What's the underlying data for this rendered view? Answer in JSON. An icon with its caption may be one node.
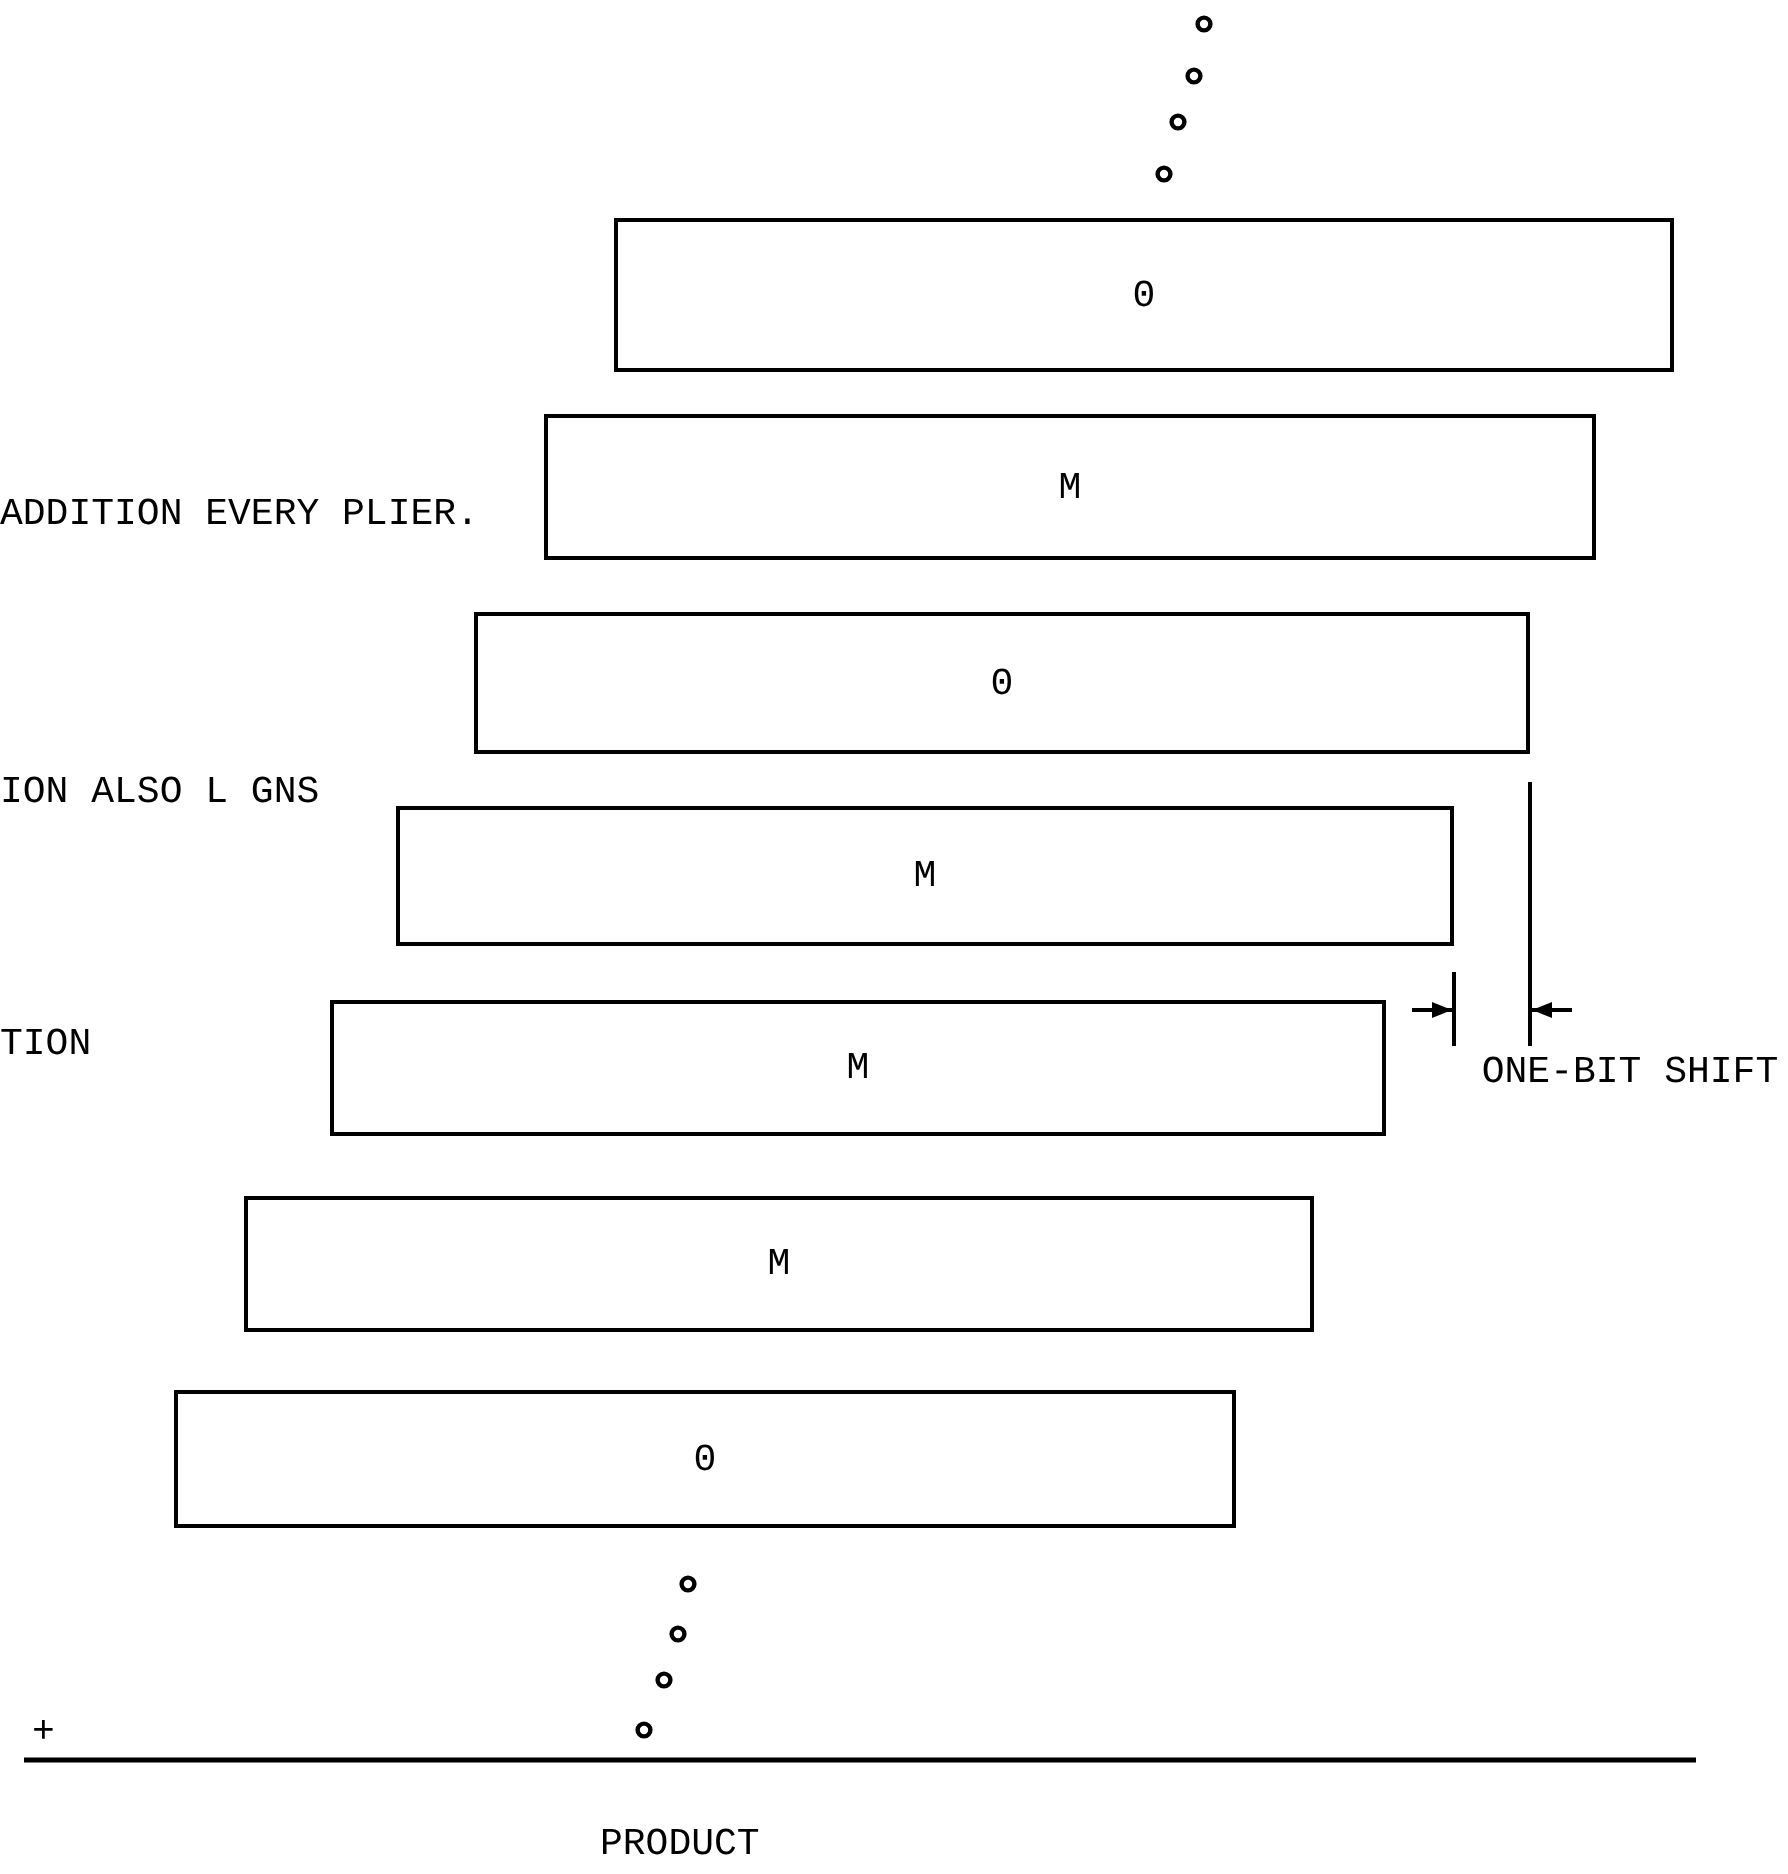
{
  "diagram": {
    "nodes": [
      {
        "text": [
          "0"
        ]
      },
      {
        "text": [
          "M"
        ]
      },
      {
        "text": [
          "0"
        ]
      },
      {
        "text": [
          "M"
        ]
      },
      {
        "text": [
          "M"
        ]
      },
      {
        "text": [
          "M"
        ]
      },
      {
        "text": [
          "0"
        ]
      }
    ],
    "labels": [
      "ADDITION EVERY PLIER.",
      "ION ALSO L GNS",
      "TION",
      "ONE-BIT SHIFT",
      "+",
      "PRODUCT"
    ]
  }
}
